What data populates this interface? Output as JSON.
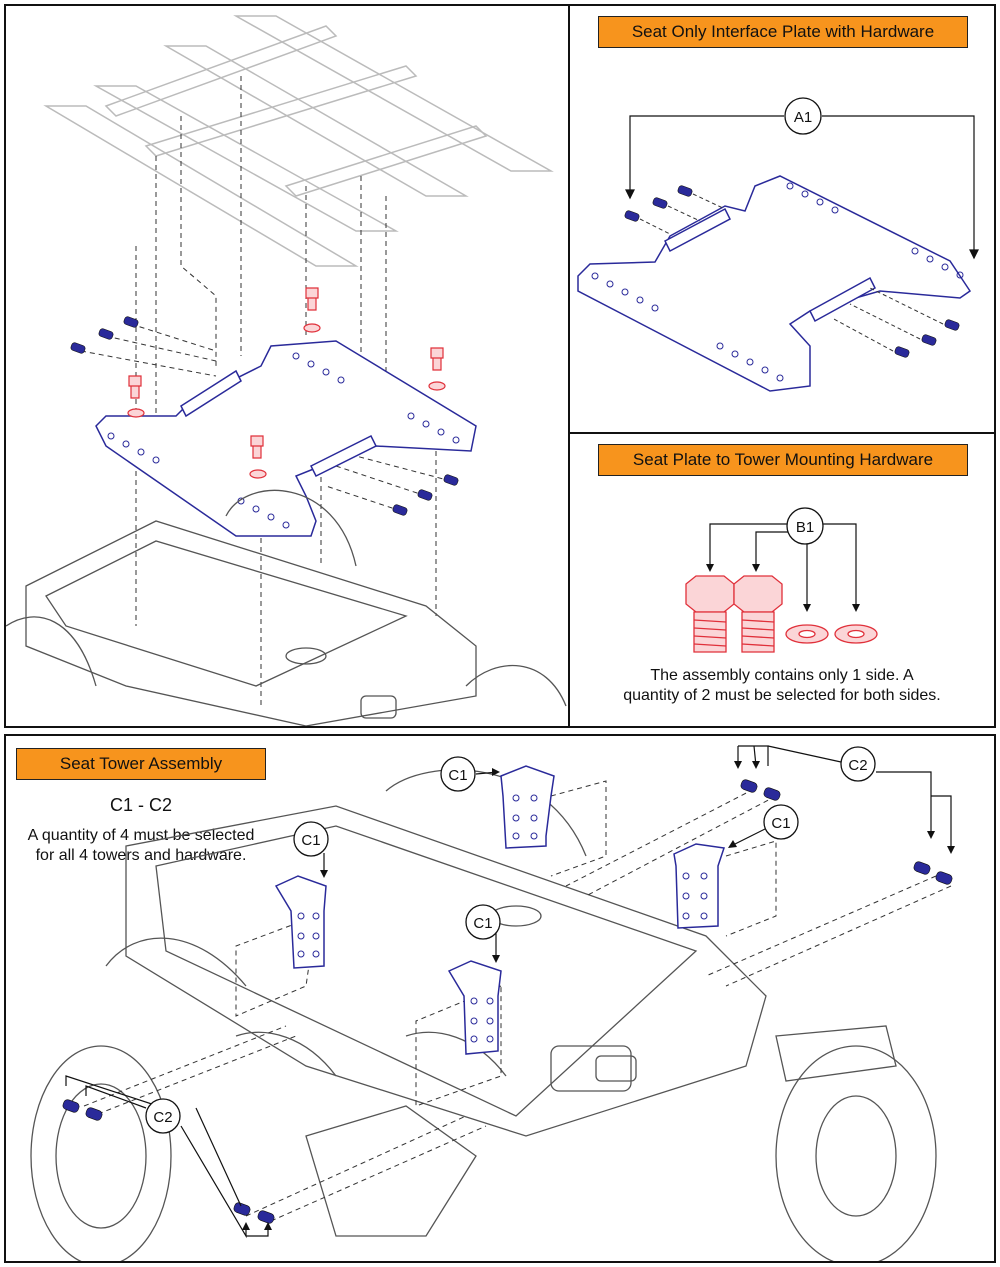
{
  "panels": {
    "exploded": {},
    "interface_plate": {
      "title": "Seat Only Interface Plate with Hardware",
      "callout": "A1"
    },
    "mounting_hardware": {
      "title": "Seat Plate to Tower Mounting Hardware",
      "callout": "B1",
      "note_line1": "The assembly contains only 1 side. A",
      "note_line2": "quantity of 2 must be selected for both sides."
    },
    "tower": {
      "title": "Seat Tower Assembly",
      "range": "C1 - C2",
      "note_line1": "A quantity of 4 must be selected",
      "note_line2": "for all 4 towers and hardware.",
      "callouts": [
        "C1",
        "C1",
        "C1",
        "C1",
        "C2",
        "C2"
      ]
    }
  },
  "colors": {
    "banner": "#f7941d",
    "blue_part": "#2a2a9a",
    "red_part": "#e0303a",
    "line": "#222222"
  }
}
